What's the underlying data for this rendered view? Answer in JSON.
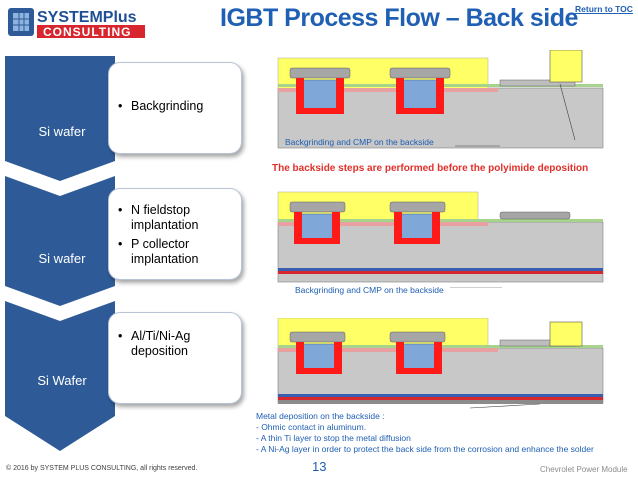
{
  "header": {
    "logo_top": "SYSTEMPlus",
    "logo_bottom": "CONSULTING",
    "title": "IGBT Process Flow – Back side",
    "toc_link": "Return to TOC"
  },
  "stages": [
    {
      "label": "Si wafer",
      "steps": [
        "Backgrinding"
      ]
    },
    {
      "label": "Si wafer",
      "steps": [
        "N fieldstop implantation",
        "P collector implantation"
      ]
    },
    {
      "label": "Si Wafer",
      "steps": [
        "Al/Ti/Ni-Ag deposition"
      ]
    }
  ],
  "diagrams": {
    "caption1": "Backgrinding and CMP on the backside",
    "note": "The backside steps are performed before the polyimide deposition",
    "caption2": "Backgrinding and CMP on the backside",
    "metal_notes": [
      "Metal deposition on the backside :",
      "- Ohmic contact in aluminum.",
      "- A thin Ti layer to stop the metal diffusion",
      "- A Ni-Ag layer in order to protect the back side from the corrosion and enhance the solder"
    ]
  },
  "colors": {
    "chevron": "#2e5b97",
    "polyimide": "#ffff66",
    "silicon": "#c8c8c8",
    "trench": "#7fa8d9",
    "poly": "#ff1a1a",
    "metal": "#a6a6a6",
    "title": "#1f5fb4"
  },
  "footer": {
    "copyright": "© 2016 by SYSTEM PLUS CONSULTING, all rights reserved.",
    "page": "13",
    "right": "Chevrolet Power Module"
  }
}
